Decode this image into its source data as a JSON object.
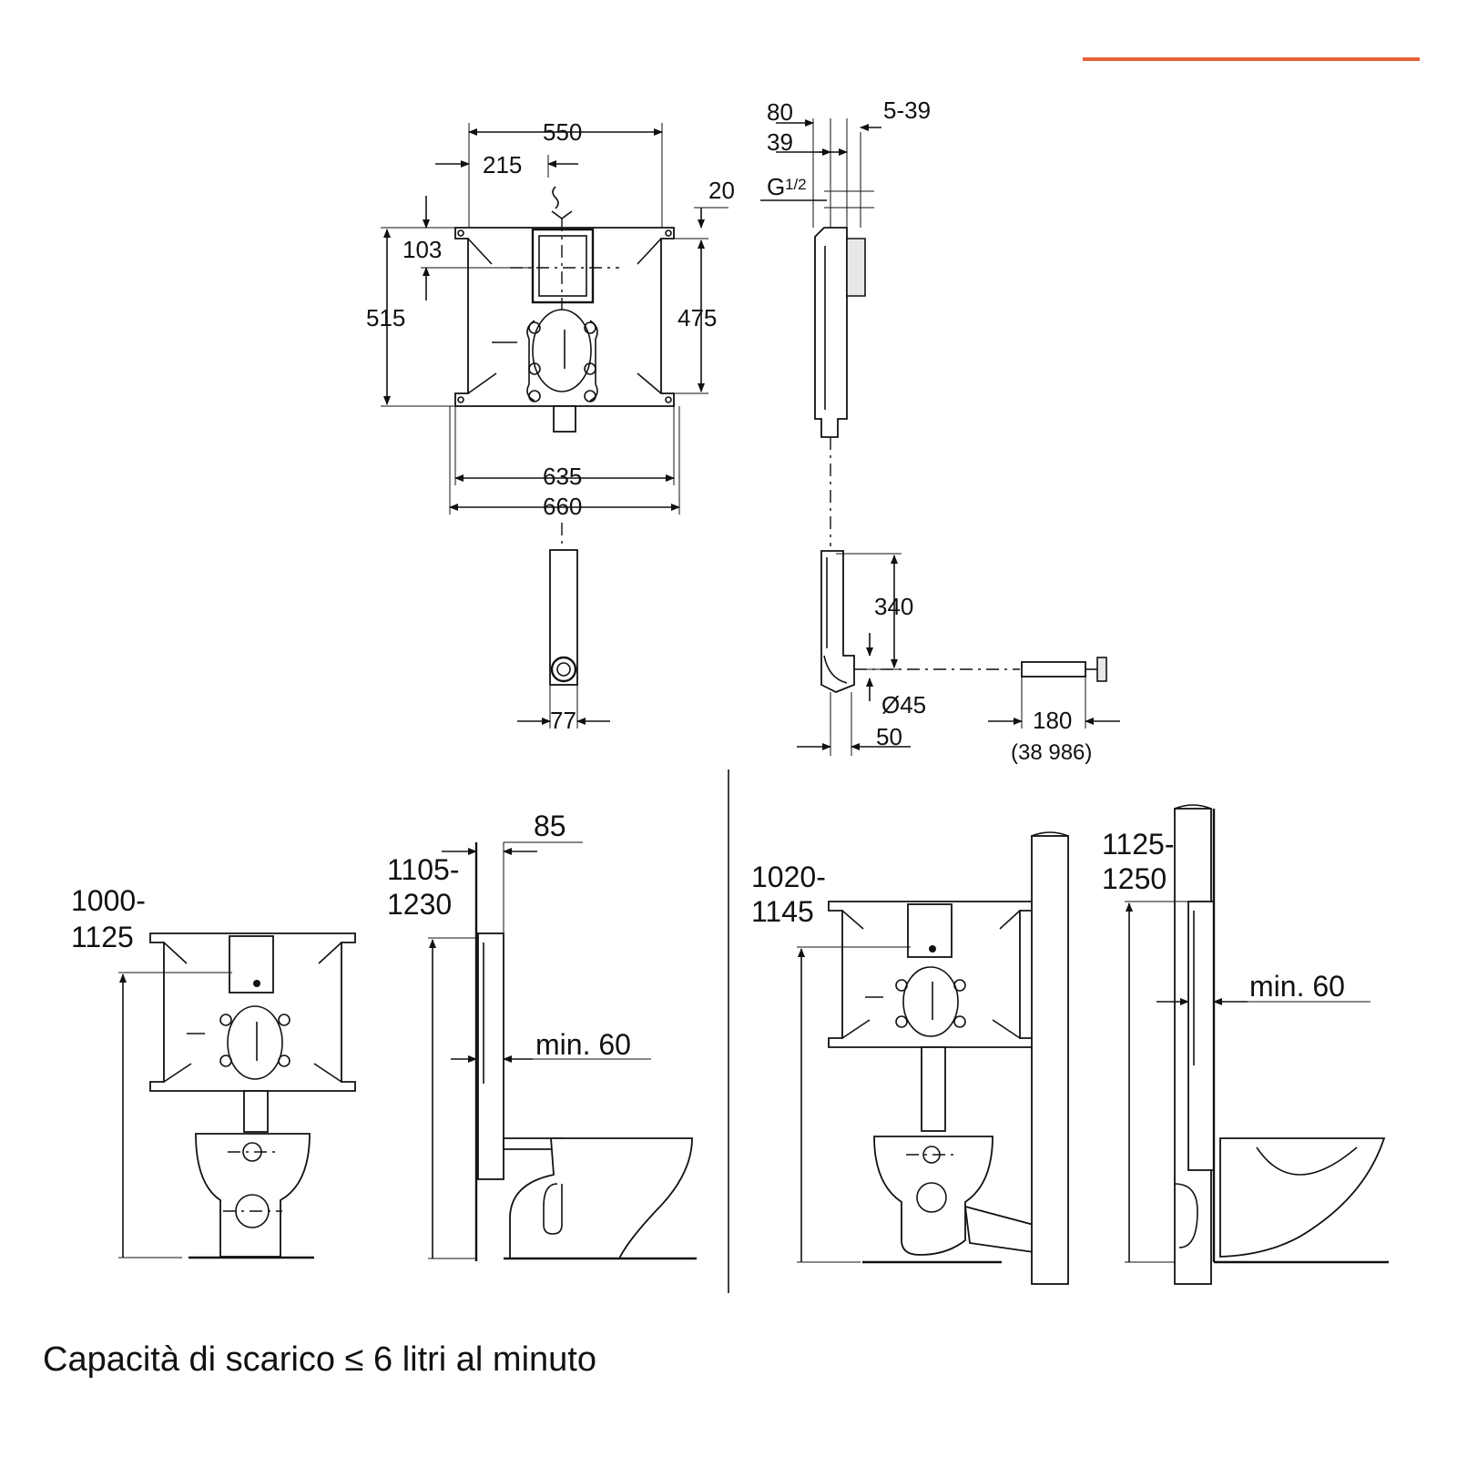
{
  "header": {
    "accent_color": "#e8633a"
  },
  "front_view": {
    "dims": {
      "width_top": "550",
      "offset": "215",
      "top_height": "103",
      "height_total": "515",
      "height_inner": "475",
      "offset_20": "20",
      "width_635": "635",
      "width_660": "660",
      "pipe_width": "77"
    }
  },
  "side_view": {
    "dims": {
      "d80": "80",
      "d39": "39",
      "d5_39": "5-39",
      "thread_g": "G",
      "thread_frac": "1/2",
      "d340": "340",
      "diam45": "Ø45",
      "d50": "50",
      "d180": "180",
      "part_no": "(38 986)"
    }
  },
  "install_left": {
    "height_range_1_a": "1000-",
    "height_range_1_b": "1125",
    "height_range_2_a": "1105-",
    "height_range_2_b": "1230",
    "depth": "85",
    "min_label": "min. 60"
  },
  "install_right": {
    "height_range_1_a": "1020-",
    "height_range_1_b": "1145",
    "height_range_2_a": "1125-",
    "height_range_2_b": "1250",
    "min_label": "min. 60"
  },
  "footer": {
    "caption": "Capacità di scarico ≤ 6 litri al minuto"
  }
}
